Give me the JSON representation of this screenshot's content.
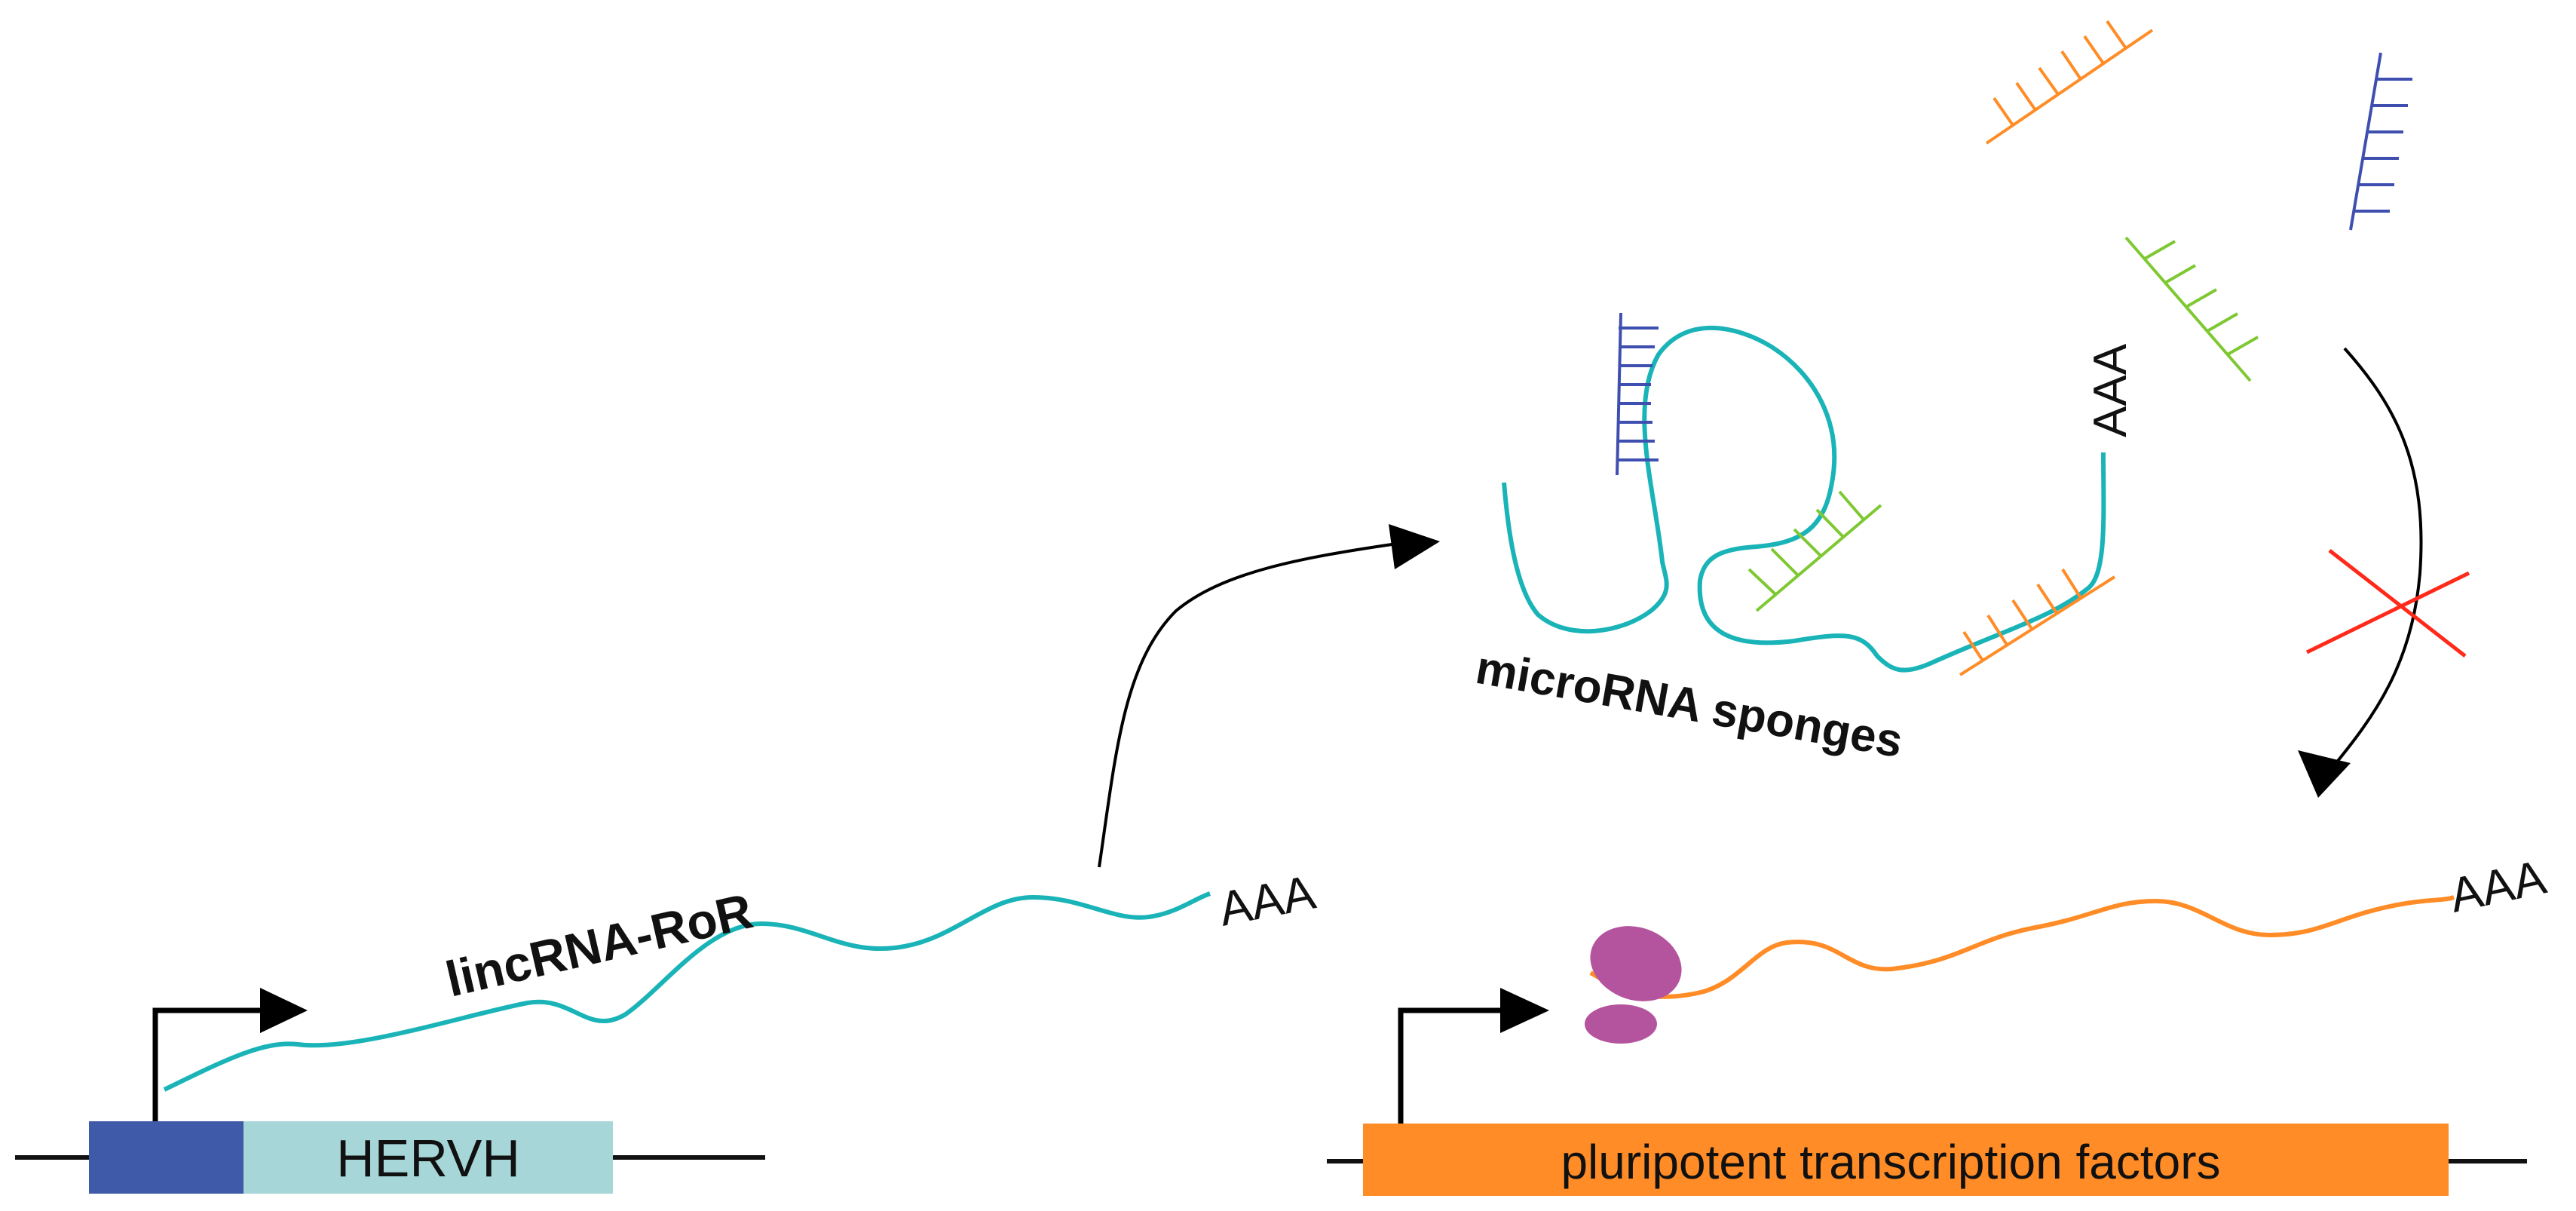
{
  "labels": {
    "left_gene_name": "HERVH",
    "lincrna_name": "lincRNA-RoR",
    "poly_a_left": "AAA",
    "sponge_label": "microRNA sponges",
    "poly_a_sponge": "AAA",
    "poly_a_right": "AAA",
    "right_gene_name": "pluripotent transcription factors"
  },
  "colors": {
    "promoter_block": "#3f5aa8",
    "hervh_block": "#a6d6d8",
    "lincrna": "#1ab4b8",
    "tf_block": "#ff8c26",
    "tf_mrna": "#ff8c26",
    "ribosome": "#b4549e",
    "mirna_blue": "#3f4fb0",
    "mirna_green": "#7ec832",
    "mirna_orange": "#ff8c26",
    "block_mark": "#ff2a1a",
    "arrow": "#000000"
  },
  "icons": {
    "ribosome": "ribosome-icon",
    "inhibition": "red-x-icon"
  }
}
